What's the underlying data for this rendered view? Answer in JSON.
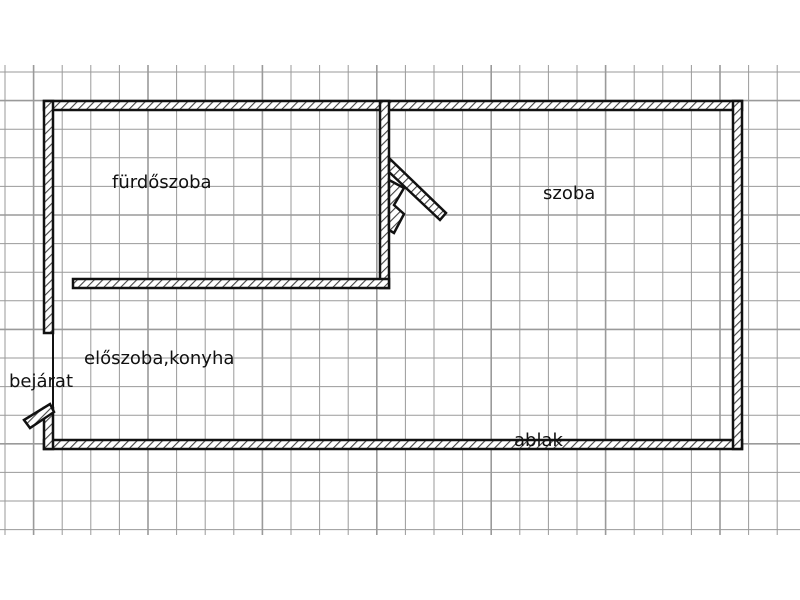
{
  "labels": {
    "bathroom": "fürdőszoba",
    "room": "szoba",
    "hall_kitchen": "előszoba,konyha",
    "entrance": "bejárat",
    "window": "ablak"
  },
  "colors": {
    "wall_stroke": "#111111",
    "wall_hatch": "#444444",
    "grid_line": "#9a9a9a",
    "background": "#ffffff"
  }
}
